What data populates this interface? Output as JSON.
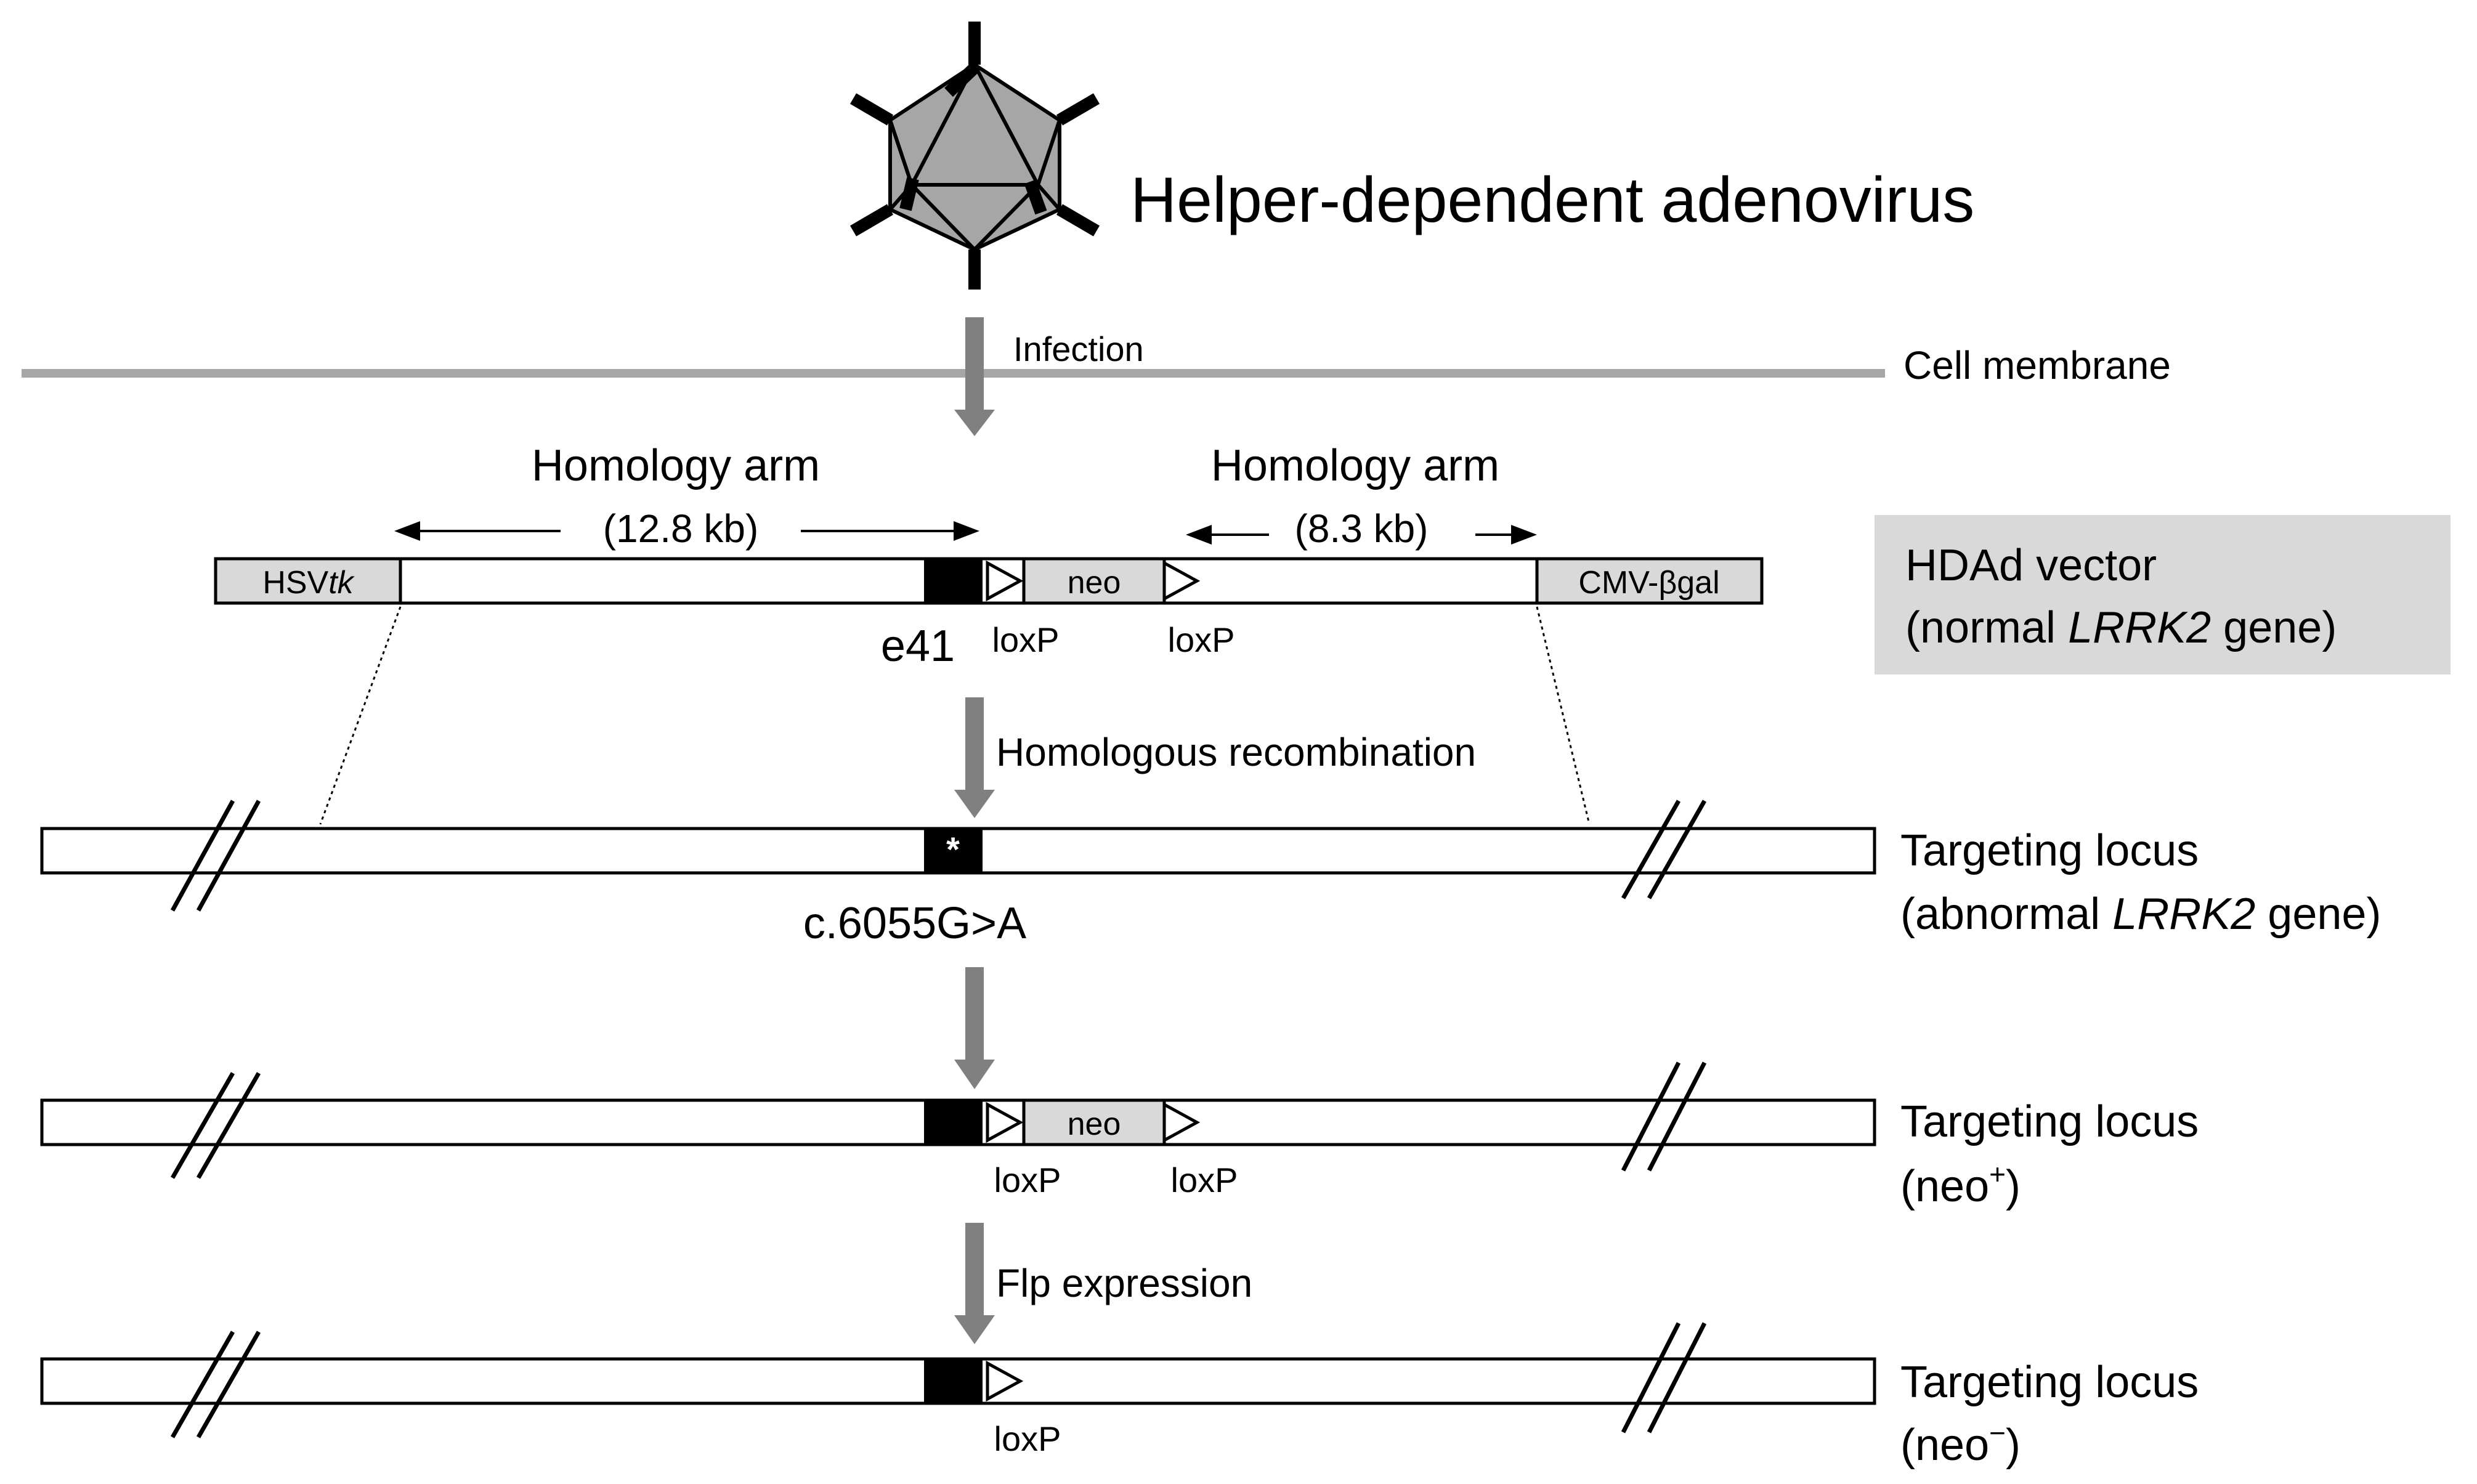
{
  "title": "Helper-dependent adenovirus",
  "steps": {
    "infection": "Infection",
    "recombination": "Homologous recombination",
    "flp": "Flp expression"
  },
  "membrane_label": "Cell membrane",
  "homology_arm_left": {
    "label": "Homology arm",
    "size": "(12.8 kb)"
  },
  "homology_arm_right": {
    "label": "Homology arm",
    "size": "(8.3 kb)"
  },
  "vector": {
    "hsv_prefix": "HSV",
    "hsv_italic": "tk",
    "neo": "neo",
    "cmv": "CMV-βgal",
    "exon_label": "e41",
    "loxp": "loxP",
    "box_line1": "HDAd vector",
    "box_line2_prefix": "(normal ",
    "box_line2_italic": "LRRK2",
    "box_line2_suffix": " gene)"
  },
  "locus_abnormal": {
    "mutation_marker": "*",
    "mutation_label": "c.6055G>A",
    "line1": "Targeting locus",
    "line2_prefix": "(abnormal ",
    "line2_italic": "LRRK2",
    "line2_suffix": " gene)"
  },
  "locus_neo_plus": {
    "neo": "neo",
    "loxp": "loxP",
    "line1": "Targeting locus",
    "line2_prefix": "(neo",
    "line2_sup": "+",
    "line2_suffix": ")"
  },
  "locus_neo_minus": {
    "loxp": "loxP",
    "line1": "Targeting locus",
    "line2_prefix": "(neo",
    "line2_sup": "−",
    "line2_suffix": ")"
  },
  "colors": {
    "arrow": "#808080",
    "membrane": "#a6a6a6",
    "box": "#d9d9d9",
    "capsid": "#a6a6a6"
  }
}
